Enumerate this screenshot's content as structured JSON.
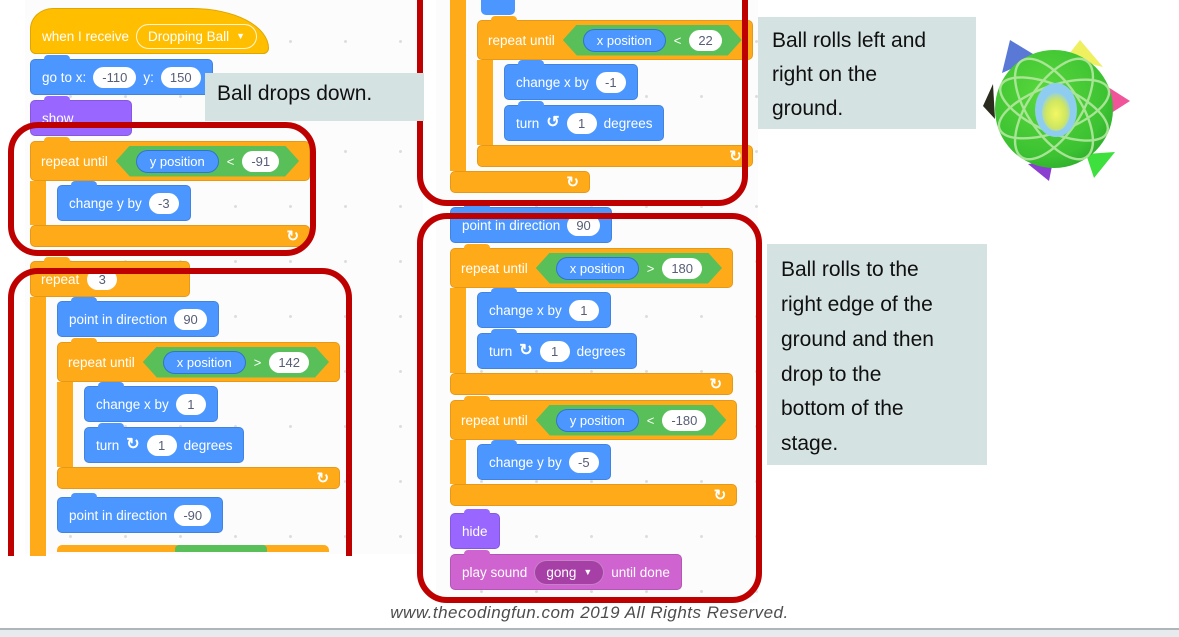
{
  "colors": {
    "motion": "#4C97FF",
    "looks": "#9966FF",
    "control": "#FFAB19",
    "events": "#FFBF00",
    "sound": "#CF63CF",
    "operator": "#59C059",
    "highlight_red": "#BE0000",
    "annotation_bg": "#D5E2E2"
  },
  "icons": {
    "dropdown_arrow": "▼",
    "turn_cw": "↻",
    "turn_ccw": "↺",
    "loop_arrow": "↻"
  },
  "left_script": {
    "when_receive": {
      "label": "when I receive",
      "broadcast": "Dropping Ball"
    },
    "goto": {
      "label_x": "go to x:",
      "x": "-110",
      "label_y": "y:",
      "y": "150"
    },
    "show_label": "show",
    "repeat_until_y91": {
      "label": "repeat until",
      "reporter": "y position",
      "op": "<",
      "value": "-91"
    },
    "change_y3": {
      "label": "change y by",
      "value": "-3"
    },
    "repeat3": {
      "label": "repeat",
      "value": "3"
    },
    "point_90": {
      "label": "point in direction",
      "value": "90"
    },
    "repeat_until_x142": {
      "label": "repeat until",
      "reporter": "x position",
      "op": ">",
      "value": "142"
    },
    "change_x1": {
      "label": "change x by",
      "value": "1"
    },
    "turn_cw1": {
      "label": "turn",
      "value": "1",
      "suffix": "degrees"
    },
    "point_neg90": {
      "label": "point in direction",
      "value": "-90"
    }
  },
  "middle_script": {
    "repeat_until_x22": {
      "label": "repeat until",
      "reporter": "x position",
      "op": "<",
      "value": "22"
    },
    "change_x_neg1": {
      "label": "change x by",
      "value": "-1"
    },
    "turn_ccw1": {
      "label": "turn",
      "value": "1",
      "suffix": "degrees"
    },
    "point_90": {
      "label": "point in direction",
      "value": "90"
    },
    "repeat_until_x180": {
      "label": "repeat until",
      "reporter": "x position",
      "op": ">",
      "value": "180"
    },
    "change_x1": {
      "label": "change x by",
      "value": "1"
    },
    "turn_cw1": {
      "label": "turn",
      "value": "1",
      "suffix": "degrees"
    },
    "repeat_until_y180": {
      "label": "repeat until",
      "reporter": "y position",
      "op": "<",
      "value": "-180"
    },
    "change_y_neg5": {
      "label": "change y by",
      "value": "-5"
    },
    "hide_label": "hide",
    "play_sound": {
      "label": "play sound",
      "sound": "gong",
      "suffix": "until done"
    }
  },
  "annotations": {
    "drop": {
      "lines": [
        "Ball drops down."
      ]
    },
    "roll": {
      "lines": [
        "Ball rolls left and",
        "right on the",
        "ground."
      ]
    },
    "roll_edge": {
      "lines": [
        "Ball rolls to the",
        "right edge of the",
        "ground and then",
        "drop to the",
        "bottom of the",
        "stage."
      ]
    }
  },
  "footer": "www.thecodingfun.com 2019 All Rights Reserved."
}
